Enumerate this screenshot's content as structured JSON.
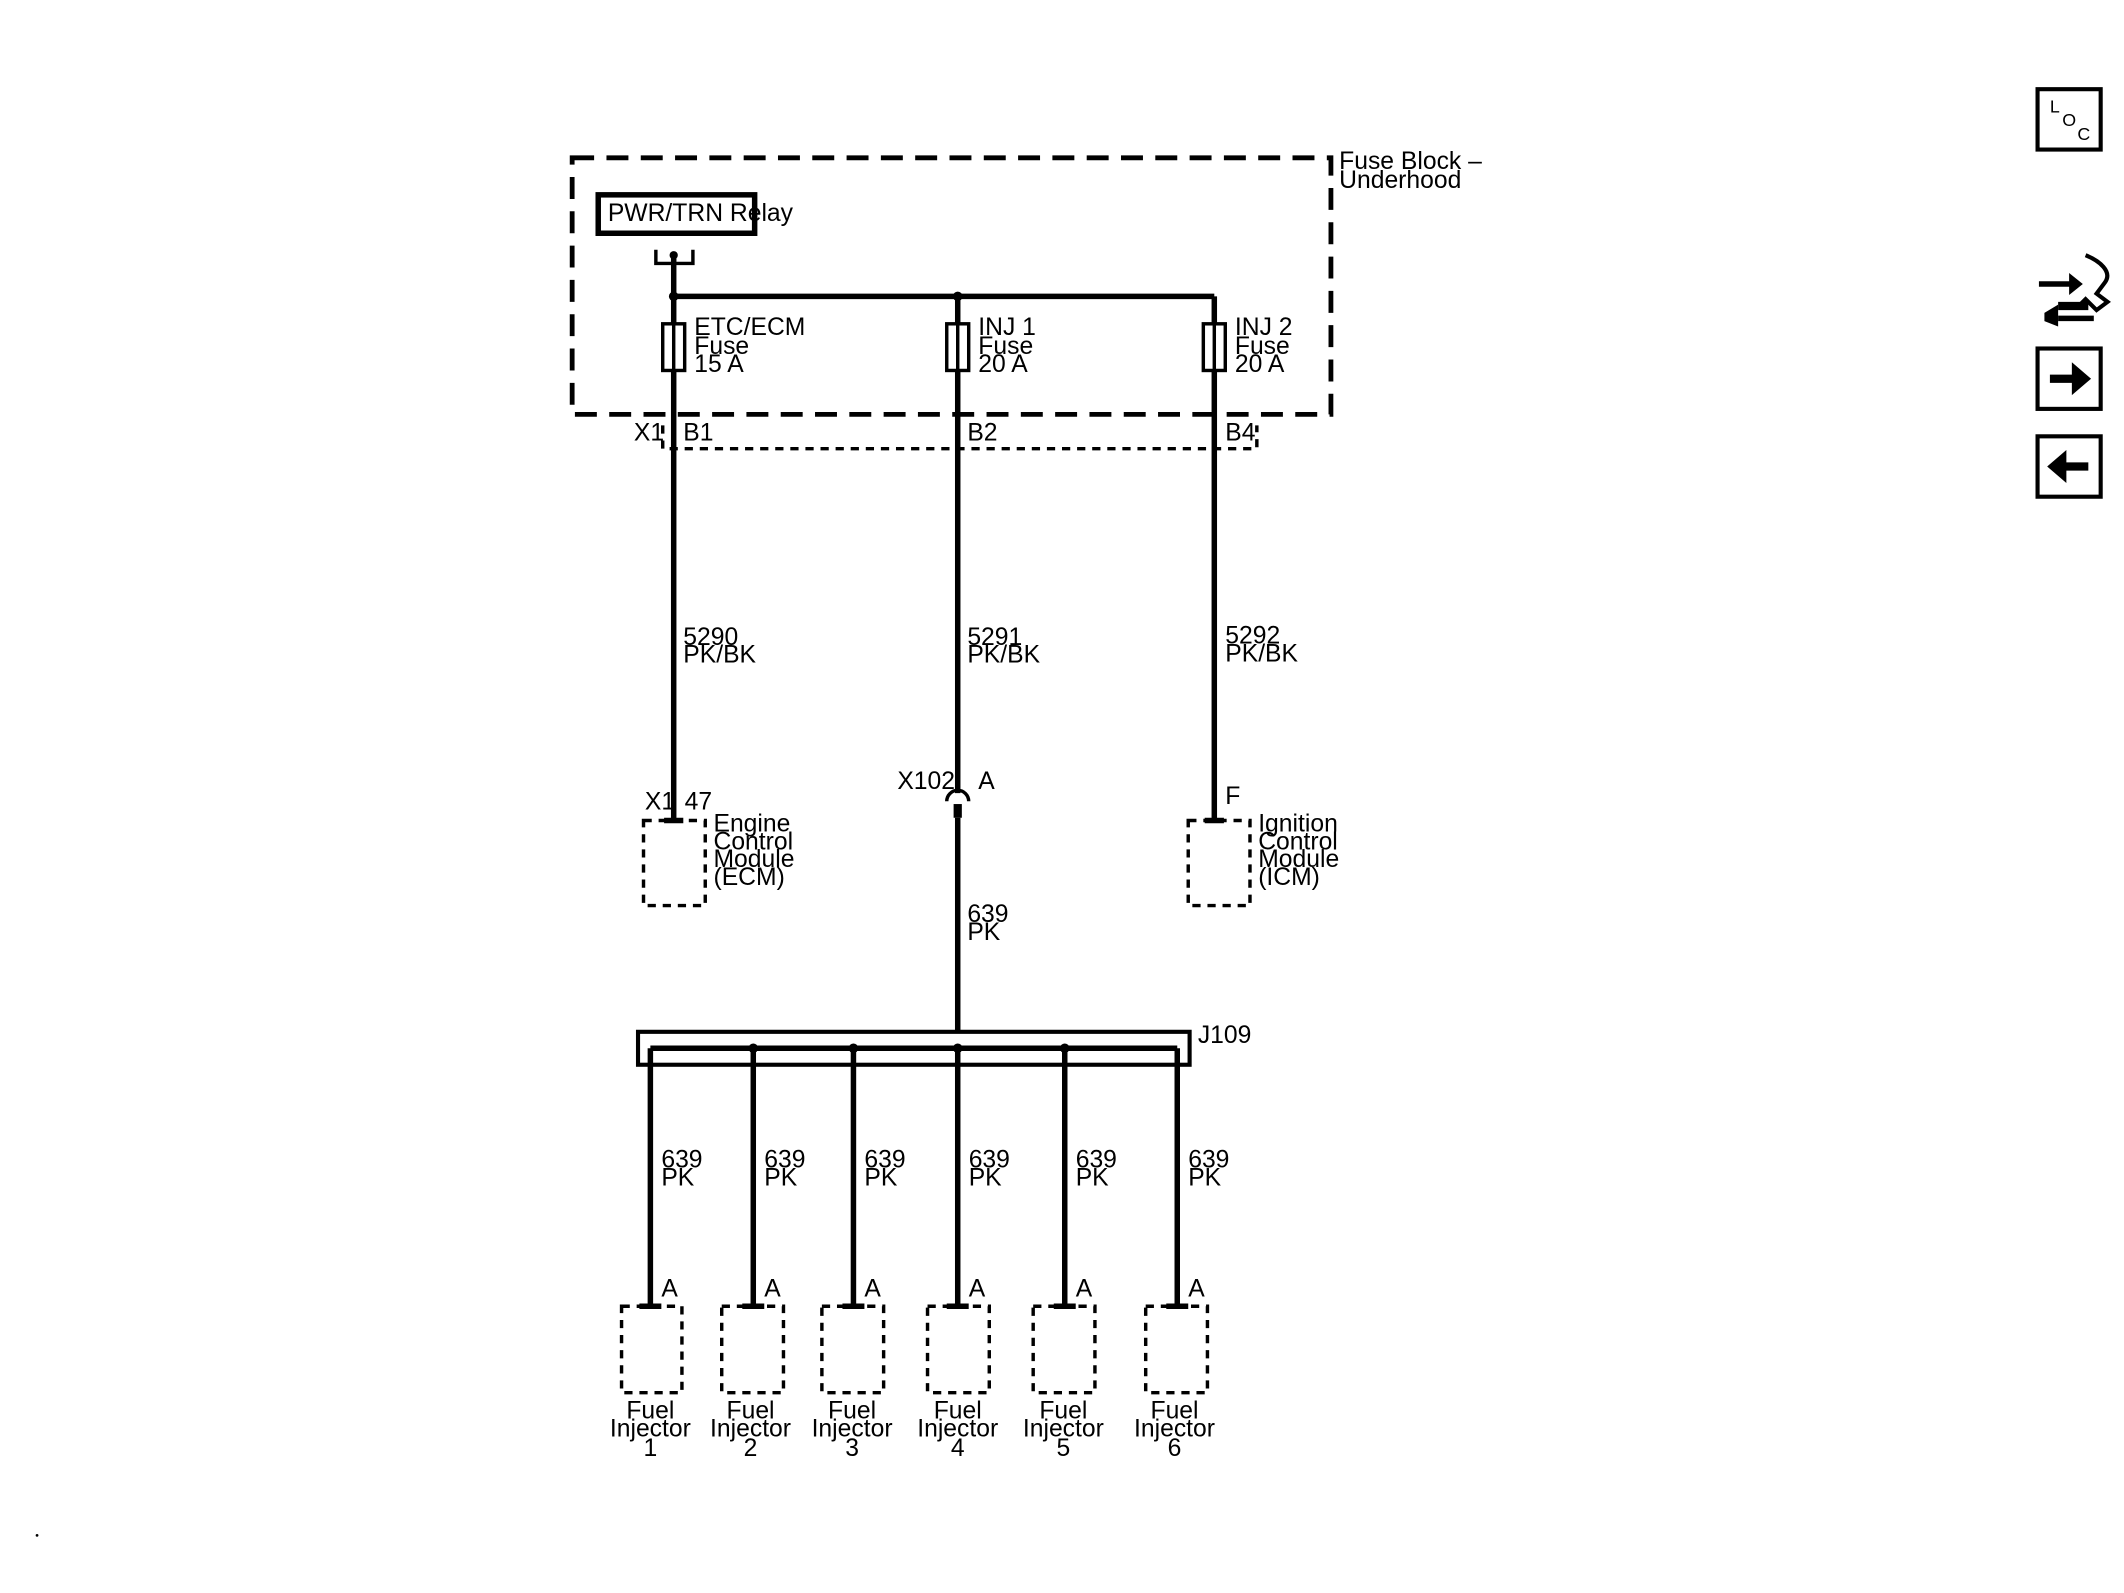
{
  "fuse_block": {
    "title_line1": "Fuse Block –",
    "title_line2": "Underhood",
    "relay_label": "PWR/TRN Relay",
    "fuses": [
      {
        "l1": "ETC/ECM",
        "l2": "Fuse",
        "l3": "15 A",
        "pin": "B1"
      },
      {
        "l1": "INJ 1",
        "l2": "Fuse",
        "l3": "20 A",
        "pin": "B2"
      },
      {
        "l1": "INJ 2",
        "l2": "Fuse",
        "l3": "20 A",
        "pin": "B4"
      }
    ],
    "connector": "X1"
  },
  "circuits": [
    {
      "number": "5290",
      "color": "PK/BK"
    },
    {
      "number": "5291",
      "color": "PK/BK"
    },
    {
      "number": "5292",
      "color": "PK/BK"
    }
  ],
  "ecm": {
    "connector": "X1",
    "pin": "47",
    "lines": [
      "Engine",
      "Control",
      "Module",
      "(ECM)"
    ]
  },
  "icm": {
    "pin": "F",
    "lines": [
      "Ignition",
      "Control",
      "Module",
      "(ICM)"
    ]
  },
  "inline_connector": {
    "name": "X102",
    "pin": "A"
  },
  "trunk_circuit": {
    "number": "639",
    "color": "PK"
  },
  "splice": {
    "name": "J109"
  },
  "injectors": [
    {
      "circuit": "639",
      "color": "PK",
      "pin": "A",
      "l1": "Fuel",
      "l2": "Injector",
      "num": "1"
    },
    {
      "circuit": "639",
      "color": "PK",
      "pin": "A",
      "l1": "Fuel",
      "l2": "Injector",
      "num": "2"
    },
    {
      "circuit": "639",
      "color": "PK",
      "pin": "A",
      "l1": "Fuel",
      "l2": "Injector",
      "num": "3"
    },
    {
      "circuit": "639",
      "color": "PK",
      "pin": "A",
      "l1": "Fuel",
      "l2": "Injector",
      "num": "4"
    },
    {
      "circuit": "639",
      "color": "PK",
      "pin": "A",
      "l1": "Fuel",
      "l2": "Injector",
      "num": "5"
    },
    {
      "circuit": "639",
      "color": "PK",
      "pin": "A",
      "l1": "Fuel",
      "l2": "Injector",
      "num": "6"
    }
  ],
  "sidebar": {
    "loc_l": "L",
    "loc_o": "O",
    "loc_c": "C",
    "icons": [
      "loc-icon",
      "connector-tool-icon",
      "next-arrow-icon",
      "previous-arrow-icon"
    ]
  },
  "colors": {
    "line": "#000000",
    "background": "#ffffff"
  }
}
